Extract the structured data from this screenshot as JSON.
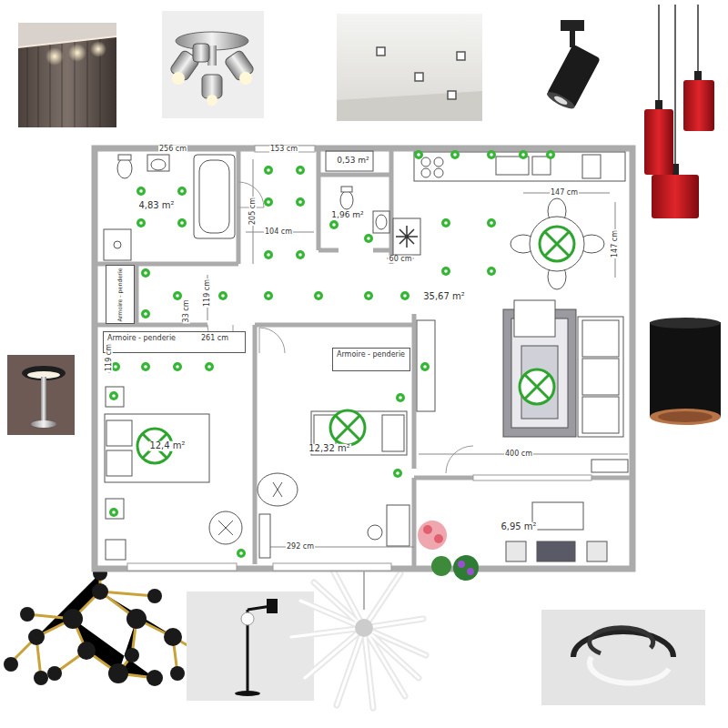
{
  "diagram": {
    "nodes": [
      {
        "text": [
          "Armoire - penderie"
        ]
      },
      {
        "text": [
          "Armoire - penderie"
        ]
      },
      {
        "text": [
          "Armoire - penderie"
        ]
      }
    ],
    "labels": [
      "256 cm",
      "153 cm",
      "0,53 m²",
      "4,83 m²",
      "205 cm",
      "1,96 m²",
      "104 cm",
      "60 cm",
      "147 cm",
      "147 cm",
      "119 cm",
      "33 cm",
      "35,67 m²",
      "261 cm",
      "119 cm",
      "12,4 m²",
      "12,32 m²",
      "400 cm",
      "292 cm",
      "6,95 m²"
    ]
  }
}
